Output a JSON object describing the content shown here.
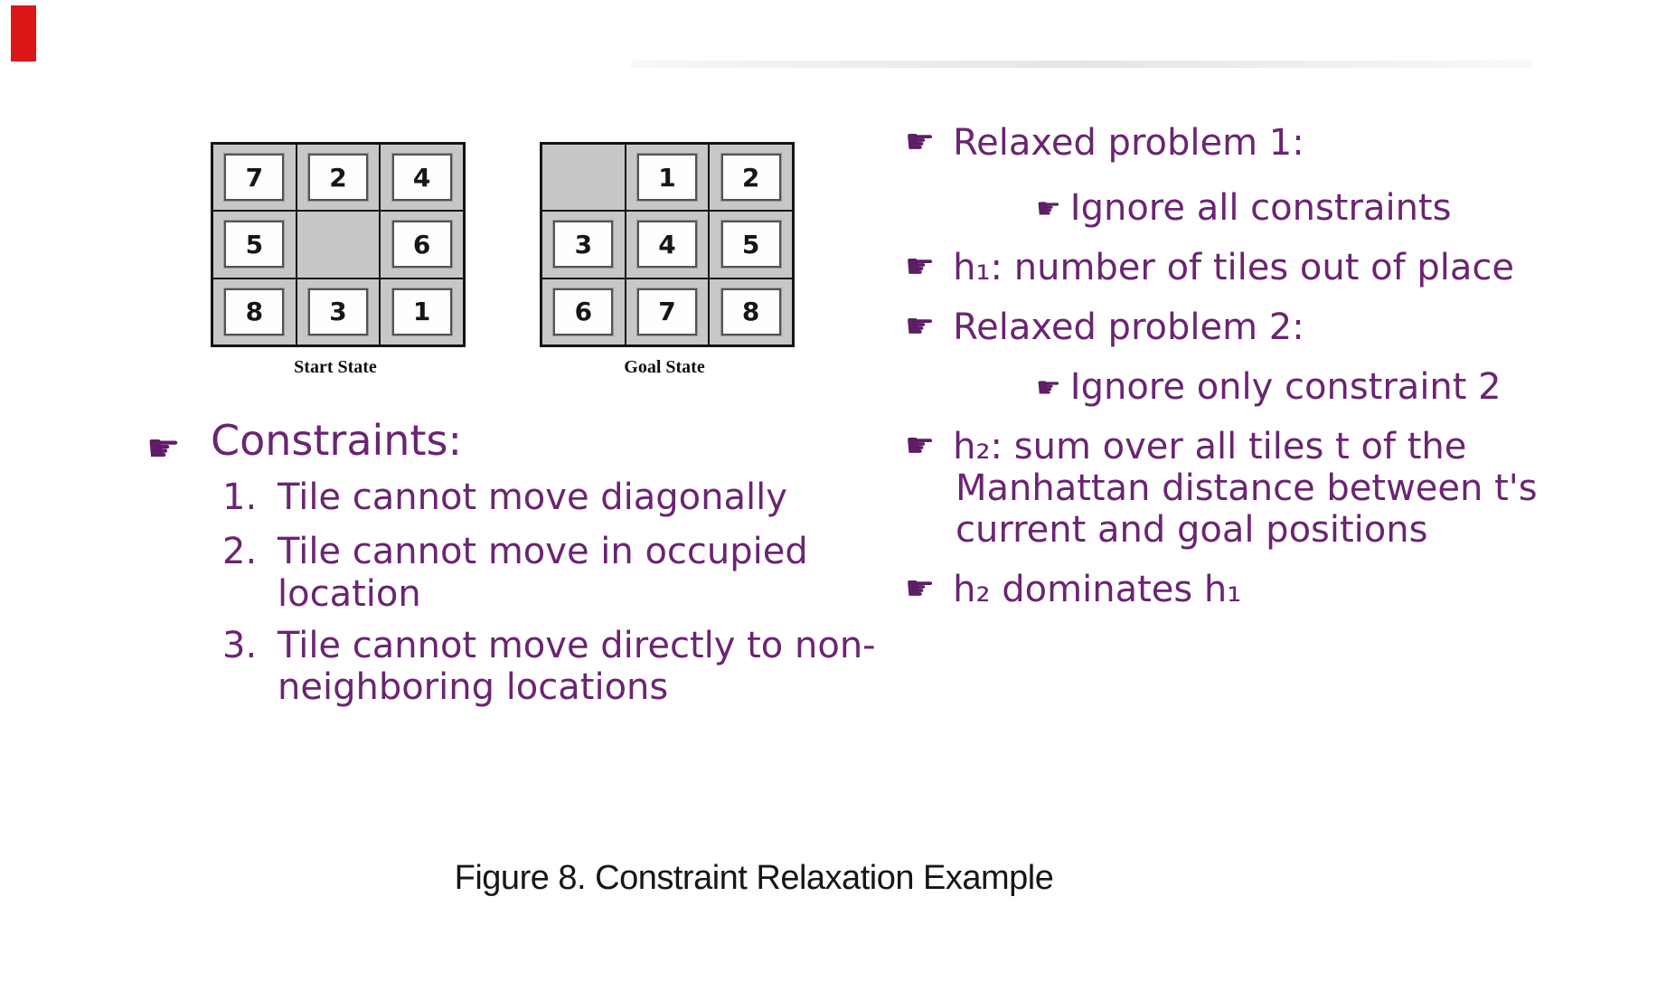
{
  "icons": {
    "manicule": "☛"
  },
  "colors": {
    "purple_text": "#6b2472",
    "manicule_purple": "#5d1e66",
    "tile_gray": "#c7c7c7",
    "caption_black": "#161616",
    "red_mark": "#dc1717"
  },
  "puzzles": {
    "start": {
      "label": "Start State",
      "rows": [
        [
          "7",
          "2",
          "4"
        ],
        [
          "5",
          "",
          "6"
        ],
        [
          "8",
          "3",
          "1"
        ]
      ]
    },
    "goal": {
      "label": "Goal State",
      "rows": [
        [
          "",
          "1",
          "2"
        ],
        [
          "3",
          "4",
          "5"
        ],
        [
          "6",
          "7",
          "8"
        ]
      ]
    }
  },
  "constraints": {
    "heading": "Constraints:",
    "items": [
      {
        "number": "1.",
        "line1": "Tile cannot move diagonally"
      },
      {
        "number": "2.",
        "line1": "Tile cannot move in occupied",
        "line2": "location"
      },
      {
        "number": "3.",
        "line1": "Tile cannot move directly to non-",
        "line2": "neighboring locations"
      }
    ]
  },
  "notes": [
    {
      "level": "main",
      "text": "Relaxed problem 1:"
    },
    {
      "level": "sub",
      "text": "Ignore all constraints"
    },
    {
      "level": "main",
      "text": "h₁: number of tiles out of place"
    },
    {
      "level": "main",
      "text": "Relaxed problem 2:"
    },
    {
      "level": "sub",
      "text": "Ignore only constraint 2"
    },
    {
      "level": "main",
      "text": "h₂: sum over all tiles t of the"
    },
    {
      "level": "cont",
      "text": "Manhattan distance between t's"
    },
    {
      "level": "cont",
      "text": "current and goal positions"
    },
    {
      "level": "main",
      "text": "h₂ dominates h₁"
    }
  ],
  "caption": "Figure 8. Constraint Relaxation Example"
}
